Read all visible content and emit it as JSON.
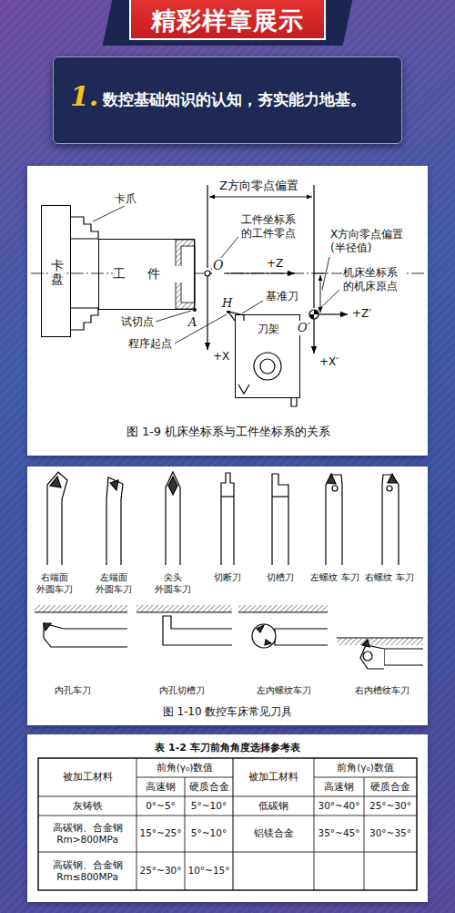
{
  "diagram": {
    "title": "精彩样章展示",
    "nodes": [
      {
        "text": [
          "1.",
          "数控基础知识的认知，夯实能力地基。"
        ]
      },
      {
        "text": [
          "卡盘"
        ]
      },
      {
        "text": [
          "工件"
        ]
      },
      {
        "text": [
          "刀架"
        ]
      }
    ],
    "labels": [
      "Z方向零点偏置",
      "卡爪",
      "工件坐标系 的工件零点",
      "O",
      "+Z",
      "X方向零点偏置 (半径值)",
      "机床坐标系 的机床原点",
      "基准刀",
      "H",
      "试切点",
      "A",
      "程序起点",
      "+X",
      "+Z′",
      "O′",
      "+X′",
      "图 1-9   机床坐标系与工件坐标系的关系",
      "右端面 外圆车刀",
      "左端面 外圆车刀",
      "尖头 外圆车刀",
      "切断刀",
      "切槽刀",
      "左螺纹 车刀",
      "右螺纹 车刀",
      "内孔车刀",
      "内孔切槽刀",
      "左内螺纹车刀",
      "右内槽纹车刀",
      "图 1-10   数控车床常见刀具",
      "表 1-2   车刀前角角度选择参考表",
      "被加工材料",
      "前角(γ₀)数值",
      "高速钢",
      "硬质合金",
      "被加工材料",
      "前角(γ₀)数值",
      "高速钢",
      "硬质合金",
      "灰铸铁",
      "0°~5°",
      "5°~10°",
      "低碳钢",
      "30°~40°",
      "25°~30°",
      "高碳钢、合金钢 Rm>800MPa",
      "15°~25°",
      "5°~10°",
      "铝镁合金",
      "35°~45°",
      "30°~35°",
      "高碳钢、合金钢 Rm≤800MPa",
      "25°~30°",
      "10°~15°"
    ]
  }
}
